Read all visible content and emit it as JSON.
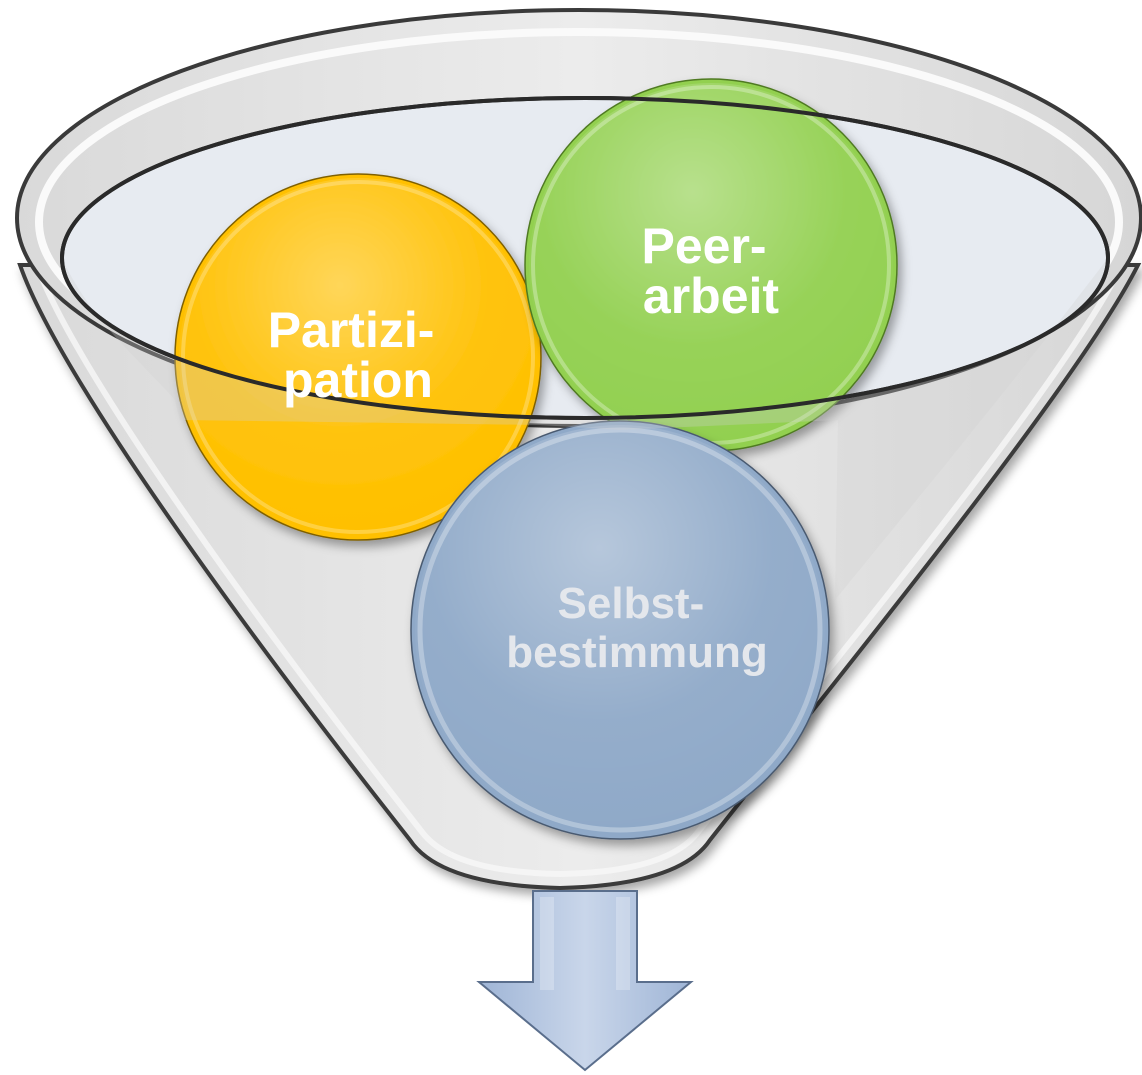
{
  "diagram": {
    "type": "funnel",
    "circles": [
      {
        "id": "partizipation",
        "lines": [
          "Partizi-",
          "pation"
        ],
        "color": "#ffc000"
      },
      {
        "id": "peerarbeit",
        "lines": [
          "Peer-",
          "arbeit"
        ],
        "color": "#92d050"
      },
      {
        "id": "selbstbestimmung",
        "lines": [
          "Selbst-",
          "bestimmung"
        ],
        "color": "#8fa9c8"
      }
    ],
    "funnel_color": "#e8e8e8",
    "funnel_rim_color": "#e7ebf1",
    "arrow_color": "#b4c7e7"
  }
}
